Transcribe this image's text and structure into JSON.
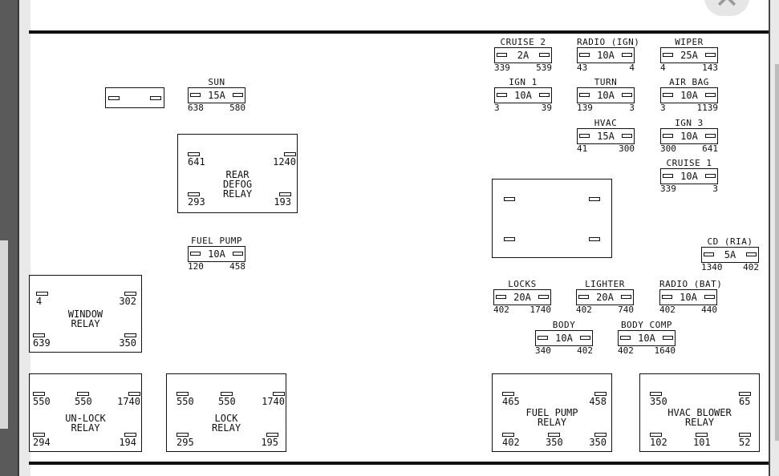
{
  "fuses": [
    {
      "id": "cruise2",
      "name": "CRUISE 2",
      "rating": "2A",
      "pin_left": "339",
      "pin_right": "539"
    },
    {
      "id": "radio-ign",
      "name": "RADIO (IGN)",
      "rating": "10A",
      "pin_left": "43",
      "pin_right": "4"
    },
    {
      "id": "wiper",
      "name": "WIPER",
      "rating": "25A",
      "pin_left": "4",
      "pin_right": "143"
    },
    {
      "id": "sun",
      "name": "SUN",
      "rating": "15A",
      "pin_left": "638",
      "pin_right": "580"
    },
    {
      "id": "ign1",
      "name": "IGN 1",
      "rating": "10A",
      "pin_left": "3",
      "pin_right": "39"
    },
    {
      "id": "turn",
      "name": "TURN",
      "rating": "10A",
      "pin_left": "139",
      "pin_right": "3"
    },
    {
      "id": "air-bag",
      "name": "AIR BAG",
      "rating": "10A",
      "pin_left": "3",
      "pin_right": "1139"
    },
    {
      "id": "hvac",
      "name": "HVAC",
      "rating": "15A",
      "pin_left": "41",
      "pin_right": "300"
    },
    {
      "id": "ign3",
      "name": "IGN 3",
      "rating": "10A",
      "pin_left": "300",
      "pin_right": "641"
    },
    {
      "id": "cruise1",
      "name": "CRUISE 1",
      "rating": "10A",
      "pin_left": "339",
      "pin_right": "3"
    },
    {
      "id": "fuel-pump",
      "name": "FUEL PUMP",
      "rating": "10A",
      "pin_left": "120",
      "pin_right": "458"
    },
    {
      "id": "cd-ria",
      "name": "CD (RIA)",
      "rating": "5A",
      "pin_left": "1340",
      "pin_right": "402"
    },
    {
      "id": "locks",
      "name": "LOCKS",
      "rating": "20A",
      "pin_left": "402",
      "pin_right": "1740"
    },
    {
      "id": "lighter",
      "name": "LIGHTER",
      "rating": "20A",
      "pin_left": "402",
      "pin_right": "740"
    },
    {
      "id": "radio-bat",
      "name": "RADIO (BAT)",
      "rating": "10A",
      "pin_left": "402",
      "pin_right": "440"
    },
    {
      "id": "body",
      "name": "BODY",
      "rating": "10A",
      "pin_left": "340",
      "pin_right": "402"
    },
    {
      "id": "body-comp",
      "name": "BODY COMP",
      "rating": "10A",
      "pin_left": "402",
      "pin_right": "1640"
    }
  ],
  "relays": {
    "rear_defog": {
      "label": "REAR DEFOG RELAY",
      "pins": [
        "641",
        "1240",
        "293",
        "193"
      ]
    },
    "window": {
      "label": "WINDOW RELAY",
      "pins": [
        "4",
        "302",
        "639",
        "350"
      ]
    },
    "unlock": {
      "label": "UN-LOCK RELAY",
      "pins": [
        "550",
        "550",
        "1740",
        "294",
        "194"
      ]
    },
    "lock": {
      "label": "LOCK RELAY",
      "pins": [
        "550",
        "550",
        "1740",
        "295",
        "195"
      ]
    },
    "fuel_pump": {
      "label": "FUEL PUMP RELAY",
      "pins": [
        "465",
        "458",
        "402",
        "350",
        "350"
      ]
    },
    "hvac_blower": {
      "label": "HVAC BLOWER RELAY",
      "pins": [
        "350",
        "65",
        "102",
        "101",
        "52"
      ]
    }
  },
  "icons": {
    "close": "close-icon"
  },
  "colors": {
    "ink": "#111111",
    "paper": "#ffffff",
    "frame": "#5a5a5a"
  }
}
